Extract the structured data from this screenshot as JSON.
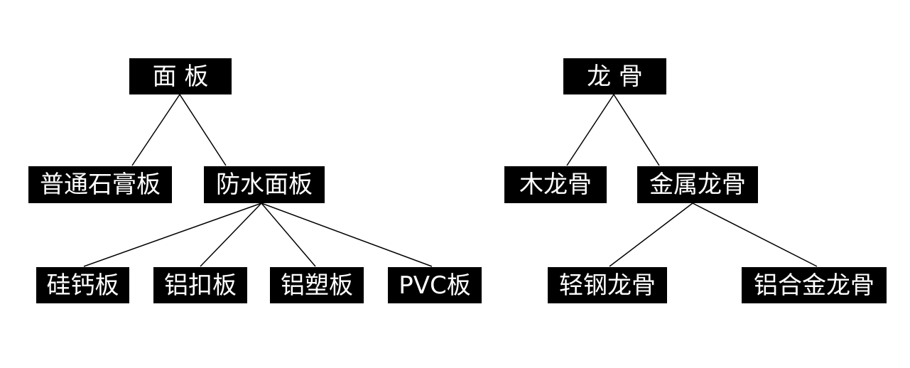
{
  "colors": {
    "box_bg": "#000000",
    "box_text": "#ffffff",
    "line": "#000000",
    "background": "#ffffff"
  },
  "trees": [
    {
      "root": "面 板",
      "children": [
        {
          "label": "普通石膏板",
          "children": []
        },
        {
          "label": "防水面板",
          "children": [
            "硅钙板",
            "铝扣板",
            "铝塑板",
            "PVC板"
          ]
        }
      ]
    },
    {
      "root": "龙 骨",
      "children": [
        {
          "label": "木龙骨",
          "children": []
        },
        {
          "label": "金属龙骨",
          "children": [
            "轻钢龙骨",
            "铝合金龙骨"
          ]
        }
      ]
    }
  ]
}
